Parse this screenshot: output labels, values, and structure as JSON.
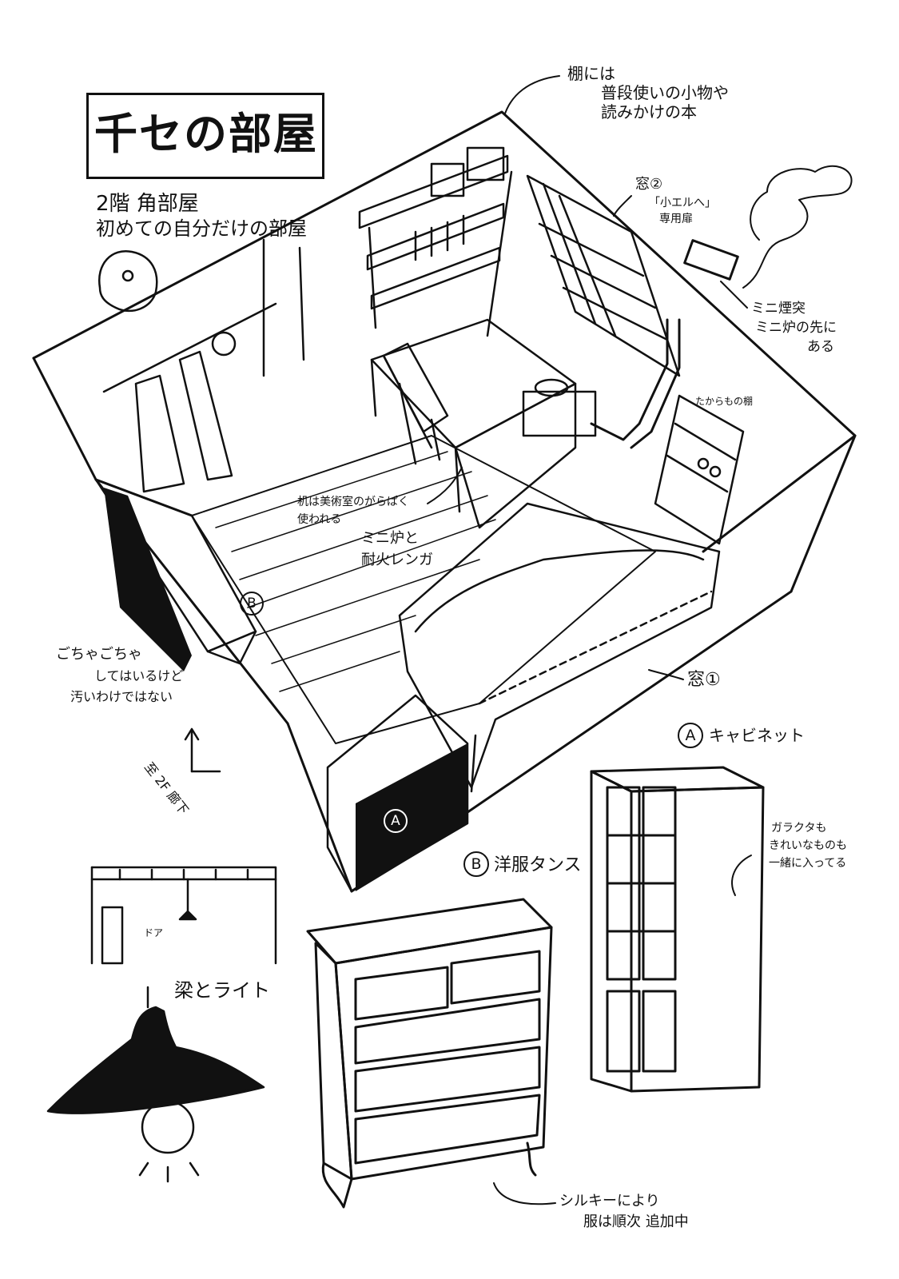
{
  "title": "千セの部屋",
  "subtitle": {
    "line1": "2階 角部屋",
    "line2": "初めての自分だけの部屋"
  },
  "notes": {
    "shelf": [
      "棚には",
      "普段使いの小物や",
      "読みかけの本"
    ],
    "window2": "窓②",
    "window2_sub": [
      "「小エルへ」",
      "専用扉"
    ],
    "chimney": [
      "ミニ煙突",
      "ミニ炉の先に",
      "ある"
    ],
    "takaramono": "たからもの棚",
    "desk": [
      "机は美術室のがらぱく",
      "使われる"
    ],
    "stove": [
      "ミニ炉と",
      "耐火レンガ"
    ],
    "messy": [
      "ごちゃごちゃ",
      "してはいるけど",
      "汚いわけではない"
    ],
    "window1": "窓①",
    "corridor": "至 2F 廊下",
    "cabinet_title": "キャビネット",
    "cabinet_note": [
      "ガラクタも",
      "きれいなものも",
      "一緒に入ってる"
    ],
    "wardrobe_title": "洋服タンス",
    "wardrobe_note": [
      "シルキーにより",
      "服は順次 追加中"
    ],
    "beam_title": "梁とライト",
    "door_label": "ドア",
    "marker_a": "A",
    "marker_b": "B"
  },
  "colors": {
    "ink": "#111111",
    "paper": "#ffffff"
  }
}
